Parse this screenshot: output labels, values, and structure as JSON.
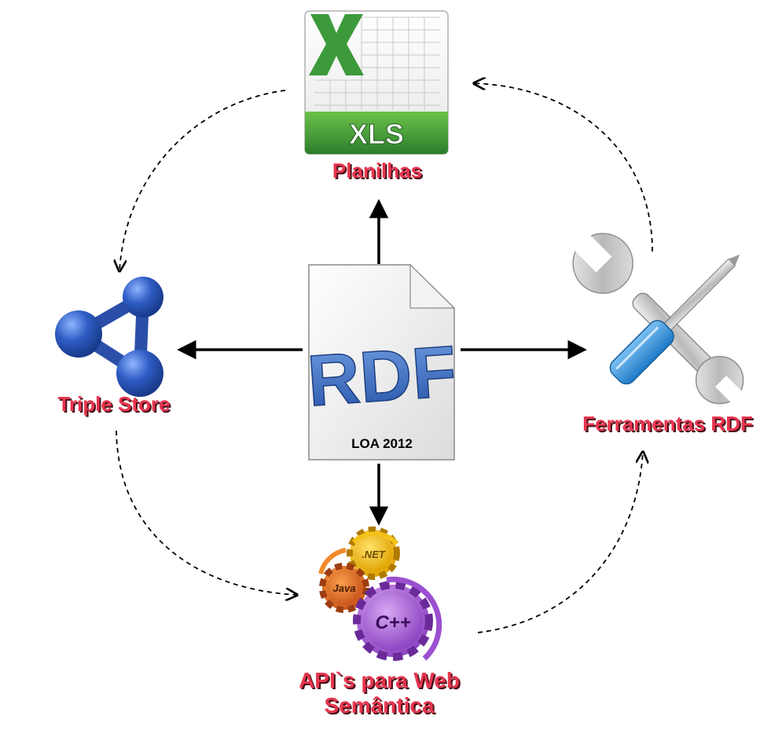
{
  "center": {
    "title": "RDF",
    "caption": "LOA 2012"
  },
  "nodes": {
    "spreadsheet": {
      "icon_text": "XLS",
      "label": "Planilhas",
      "icon": "xls-file-icon"
    },
    "triple_store": {
      "label": "Triple Store",
      "icon": "triple-store-graph-icon"
    },
    "tools": {
      "label": "Ferramentas RDF",
      "icon": "wrench-screwdriver-icon"
    },
    "apis": {
      "line1": "API`s para Web",
      "line2": "Semântica",
      "icon": "gears-icon",
      "gear_labels": {
        "net": ".NET",
        "java": "Java",
        "cpp": "C++"
      }
    }
  },
  "colors": {
    "label": "#e8354f",
    "excel_green": "#3c9a3a",
    "rdf_blue": "#3f73c2",
    "triple_blue": "#2b4fa8"
  }
}
